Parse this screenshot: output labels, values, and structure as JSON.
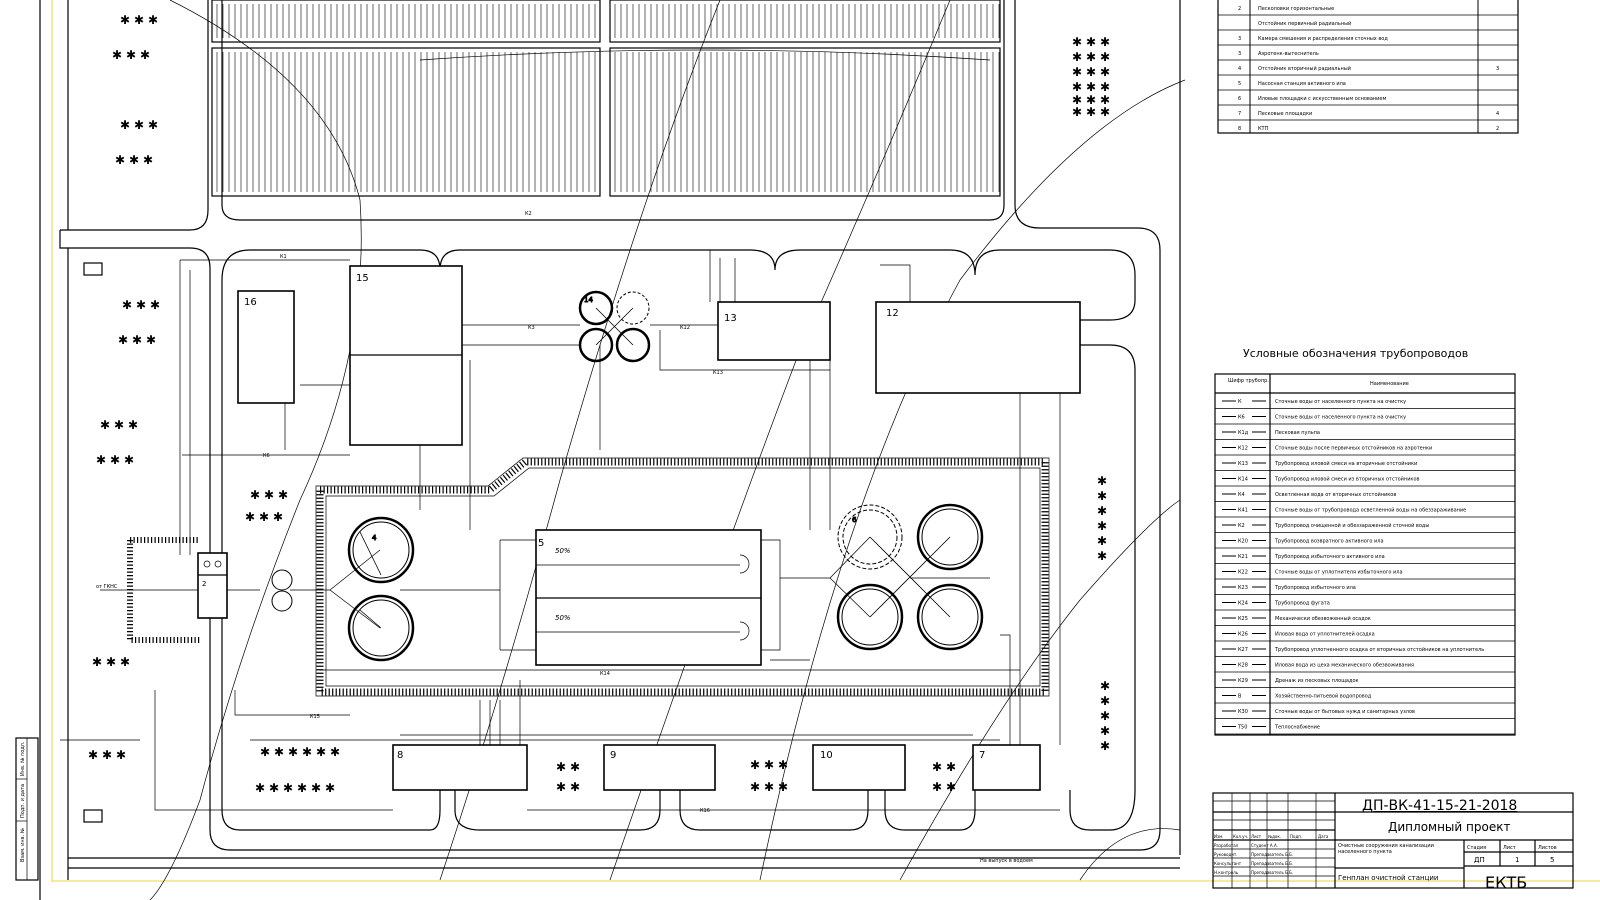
{
  "drawing": {
    "buildings": [
      {
        "id": "16",
        "label": "16"
      },
      {
        "id": "15",
        "label": "15"
      },
      {
        "id": "13",
        "label": "13"
      },
      {
        "id": "12",
        "label": "12"
      },
      {
        "id": "5",
        "label": "5"
      },
      {
        "id": "2",
        "label": "2"
      },
      {
        "id": "8",
        "label": "8"
      },
      {
        "id": "9",
        "label": "9"
      },
      {
        "id": "10",
        "label": "10"
      },
      {
        "id": "7",
        "label": "7"
      },
      {
        "id": "14",
        "label": "14"
      },
      {
        "id": "4",
        "label": "4"
      },
      {
        "id": "6",
        "label": "6"
      }
    ],
    "aeration_label_1": "50%",
    "aeration_label_2": "50%",
    "pipe_labels": [
      "К1",
      "К2",
      "К3",
      "К6",
      "К12",
      "К13",
      "К14",
      "К15",
      "К16"
    ],
    "bottom_note": "На выпуск в водоем",
    "inlet_note": "от ГКНС"
  },
  "legend": {
    "title": "Условные обозначения трубопроводов",
    "col_code": "Шифр трубопр.",
    "col_name": "Наименование",
    "rows": [
      {
        "code": "К",
        "name": "Сточные воды от населенного пункта на очистку"
      },
      {
        "code": "К6",
        "name": "Сточные воды от населенного пункта на очистку"
      },
      {
        "code": "К1д",
        "name": "Песковая пульпа"
      },
      {
        "code": "К12",
        "name": "Сточные воды после первичных отстойников на аэротенки"
      },
      {
        "code": "К13",
        "name": "Трубопровод иловой смеси на вторичные отстойники"
      },
      {
        "code": "К14",
        "name": "Трубопровод иловой смеси из вторичных отстойников"
      },
      {
        "code": "К4",
        "name": "Осветленная вода от вторичных отстойников"
      },
      {
        "code": "К41",
        "name": "Сточные воды от трубопровода осветленной воды на обеззараживание"
      },
      {
        "code": "К2",
        "name": "Трубопровод очищенной и обеззараженной сточной воды"
      },
      {
        "code": "К20",
        "name": "Трубопровод возвратного активного ила"
      },
      {
        "code": "К21",
        "name": "Трубопровод избыточного активного ила"
      },
      {
        "code": "К22",
        "name": "Сточные воды от уплотнителя избыточного ила"
      },
      {
        "code": "К23",
        "name": "Трубопровод избыточного ила"
      },
      {
        "code": "К24",
        "name": "Трубопровод фугата"
      },
      {
        "code": "К25",
        "name": "Механически обезвоженный осадок"
      },
      {
        "code": "К26",
        "name": "Иловая вода от уплотнителей осадка"
      },
      {
        "code": "К27",
        "name": "Трубопровод уплотненного осадка от вторичных отстойников на уплотнитель"
      },
      {
        "code": "К28",
        "name": "Иловая вода из цеха механического обезвоживания"
      },
      {
        "code": "К29",
        "name": "Дренаж из песковых площадок"
      },
      {
        "code": "В",
        "name": "Хозяйственно-питьевой водопровод"
      },
      {
        "code": "К30",
        "name": "Сточные воды от бытовых нужд и санитарных узлов"
      },
      {
        "code": "Т50",
        "name": "Теплоснабжение"
      }
    ]
  },
  "structures_table": {
    "rows": [
      {
        "num": "2",
        "name": "Песколовки горизонтальные",
        "qty": ""
      },
      {
        "num": "",
        "name": "Отстойник первичный радиальный",
        "qty": ""
      },
      {
        "num": "3",
        "name": "Камера смешения и распределения сточных вод",
        "qty": ""
      },
      {
        "num": "3",
        "name": "Аэротенк-вытеснитель",
        "qty": ""
      },
      {
        "num": "4",
        "name": "Отстойник вторичный радиальный",
        "qty": "3"
      },
      {
        "num": "5",
        "name": "Насосная станция активного ила",
        "qty": ""
      },
      {
        "num": "6",
        "name": "Иловые площадки с искусственным основанием",
        "qty": ""
      },
      {
        "num": "7",
        "name": "Песковые площадки",
        "qty": "4"
      },
      {
        "num": "8",
        "name": "КТП",
        "qty": "2"
      }
    ]
  },
  "title_block": {
    "doc_code": "ДП-ВК-41-15-21-2018",
    "project": "Дипломный проект",
    "description": "Очистные сооружения канализации населенного пункта",
    "sheet_title": "Генплан очистной станции",
    "stage_label": "Стадия",
    "sheet_label": "Лист",
    "sheets_label": "Листов",
    "stage": "ДП",
    "sheet": "1",
    "sheets": "5",
    "org": "ЕКТБ",
    "head": [
      "Изм.",
      "Кол.уч.",
      "Лист",
      "№док.",
      "Подп.",
      "Дата"
    ],
    "roles": [
      "Разработал",
      "Руководит.",
      "Консультант",
      "Н.контроль"
    ],
    "names": [
      "Студент А.А.",
      "Преподаватель Б.Б.",
      "Преподаватель Б.Б.",
      "Преподаватель Б.Б."
    ]
  },
  "side_stamp": [
    "Инв. № подл.",
    "Подп. и дата",
    "Взам. инв. №"
  ]
}
